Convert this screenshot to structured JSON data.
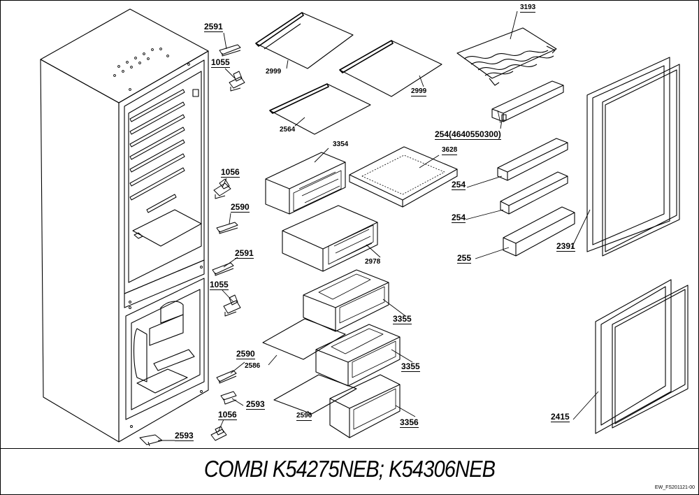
{
  "title": "COMBI K54275NEB; K54306NEB",
  "doc_code": "EW_FS201121-00",
  "labels": {
    "l2591a": "2591",
    "l1055a": "1055",
    "l1056a": "1056",
    "l2590a": "2590",
    "l2591b": "2591",
    "l1055b": "1055",
    "l2590b": "2590",
    "l2586": "2586",
    "l2593a": "2593",
    "l1056b": "1056",
    "l2593b": "2593",
    "l2999a": "2999",
    "l2999b": "2999",
    "l2564": "2564",
    "l3354": "3354",
    "l3628": "3628",
    "l2978": "2978",
    "l3355a": "3355",
    "l3355b": "3355",
    "l3356": "3356",
    "l2596": "2596",
    "l3193": "3193",
    "l254a": "254(4640550300)",
    "l254b": "254",
    "l254c": "254",
    "l255": "255",
    "l2391": "2391",
    "l2415": "2415"
  }
}
